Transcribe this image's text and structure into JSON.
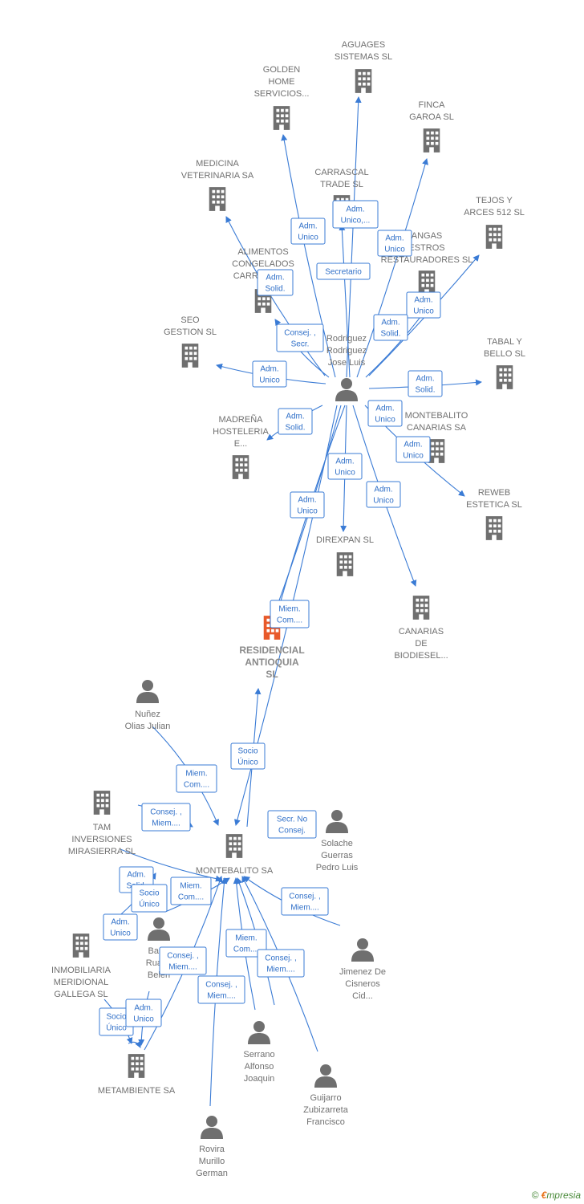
{
  "diagram": {
    "nodes": [
      {
        "id": "aguages",
        "type": "company",
        "label": [
          "AGUAGES",
          "SISTEMAS SL"
        ]
      },
      {
        "id": "golden",
        "type": "company",
        "label": [
          "GOLDEN",
          "HOME",
          "SERVICIOS..."
        ]
      },
      {
        "id": "finca",
        "type": "company",
        "label": [
          "FINCA",
          "GAROA SL"
        ]
      },
      {
        "id": "medicina",
        "type": "company",
        "label": [
          "MEDICINA",
          "VETERINARIA SA"
        ]
      },
      {
        "id": "carrascal",
        "type": "company",
        "label": [
          "CARRASCAL",
          "TRADE SL"
        ]
      },
      {
        "id": "tejos",
        "type": "company",
        "label": [
          "TEJOS Y",
          "ARCES 512 SL"
        ]
      },
      {
        "id": "alimentos",
        "type": "company",
        "label": [
          "ALIMENTOS",
          "CONGELADOS",
          "CARRASCALA"
        ]
      },
      {
        "id": "angas",
        "type": "company",
        "label": [
          "ANGAS",
          "ESTROS",
          "RESTAURADORES SL"
        ]
      },
      {
        "id": "seo",
        "type": "company",
        "label": [
          "SEO",
          "GESTION SL"
        ]
      },
      {
        "id": "tabal",
        "type": "company",
        "label": [
          "TABAL Y",
          "BELLO  SL"
        ]
      },
      {
        "id": "madrena",
        "type": "company",
        "label": [
          "MADREÑA",
          "HOSTELERIA",
          "E..."
        ]
      },
      {
        "id": "montebalito_canarias",
        "type": "company",
        "label": [
          "MONTEBALITO",
          "CANARIAS SA"
        ]
      },
      {
        "id": "reweb",
        "type": "company",
        "label": [
          "REWEB",
          "ESTETICA SL"
        ]
      },
      {
        "id": "direxpan",
        "type": "company",
        "label": [
          "DIREXPAN SL"
        ]
      },
      {
        "id": "canarias_biodiesel",
        "type": "company",
        "label": [
          "CANARIAS",
          "DE",
          "BIODIESEL..."
        ]
      },
      {
        "id": "residencial",
        "type": "main",
        "label": [
          "RESIDENCIAL",
          "ANTIOQUIA",
          "SL"
        ]
      },
      {
        "id": "montebalito",
        "type": "company",
        "label": [
          "MONTEBALITO SA"
        ]
      },
      {
        "id": "tam",
        "type": "company",
        "label": [
          "TAM",
          "INVERSIONES",
          "MIRASIERRA SL"
        ]
      },
      {
        "id": "inmobiliaria",
        "type": "company",
        "label": [
          "INMOBILIARIA",
          "MERIDIONAL",
          "GALLEGA SL"
        ]
      },
      {
        "id": "metambiente",
        "type": "company",
        "label": [
          "METAMBIENTE SA"
        ]
      },
      {
        "id": "rodriguez",
        "type": "person",
        "label": [
          "Rodriguez",
          "Rodriguez",
          "Jose Luis"
        ]
      },
      {
        "id": "nunez",
        "type": "person",
        "label": [
          "Nuñez",
          "Olias Julian"
        ]
      },
      {
        "id": "solache",
        "type": "person",
        "label": [
          "Solache",
          "Guerras",
          "Pedro Luis"
        ]
      },
      {
        "id": "barrena",
        "type": "person",
        "label": [
          "Barre",
          "Ruand",
          "Belen"
        ]
      },
      {
        "id": "jimenez",
        "type": "person",
        "label": [
          "Jimenez De",
          "Cisneros",
          "Cid..."
        ]
      },
      {
        "id": "serrano",
        "type": "person",
        "label": [
          "Serrano",
          "Alfonso",
          "Joaquin"
        ]
      },
      {
        "id": "guijarro",
        "type": "person",
        "label": [
          "Guijarro",
          "Zubizarreta",
          "Francisco"
        ]
      },
      {
        "id": "rovira",
        "type": "person",
        "label": [
          "Rovira",
          "Murillo",
          "German"
        ]
      }
    ],
    "roles": [
      [
        "Adm.",
        "Unico"
      ],
      [
        "Adm.",
        "Unico,..."
      ],
      [
        "Adm.",
        "Unico"
      ],
      [
        "Secretario"
      ],
      [
        "Adm.",
        "Solid."
      ],
      [
        "Adm.",
        "Unico"
      ],
      [
        "Consej. ,",
        "Secr."
      ],
      [
        "Adm.",
        "Solid."
      ],
      [
        "Adm.",
        "Unico"
      ],
      [
        "Adm.",
        "Solid."
      ],
      [
        "Adm.",
        "Solid."
      ],
      [
        "Adm.",
        "Unico"
      ],
      [
        "Adm.",
        "Unico"
      ],
      [
        "Adm.",
        "Unico"
      ],
      [
        "Adm.",
        "Unico"
      ],
      [
        "Adm.",
        "Unico"
      ],
      [
        "Miem.",
        "Com...."
      ],
      [
        "Socio",
        "Único"
      ],
      [
        "Miem.",
        "Com...."
      ],
      [
        "Consej. ,",
        "Miem...."
      ],
      [
        "Secr.  No",
        "Consej."
      ],
      [
        "Adm.",
        "Solid."
      ],
      [
        "Socio",
        "Único"
      ],
      [
        "Miem.",
        "Com...."
      ],
      [
        "Adm.",
        "Unico"
      ],
      [
        "Consej. ,",
        "Miem...."
      ],
      [
        "Consej. ,",
        "Miem...."
      ],
      [
        "Miem.",
        "Com...."
      ],
      [
        "Consej. ,",
        "Miem...."
      ],
      [
        "Consej. ,",
        "Miem...."
      ],
      [
        "Socio",
        "Único"
      ],
      [
        "Adm.",
        "Unico"
      ]
    ]
  },
  "footer": {
    "copyright": "©",
    "brand_first": "€",
    "brand_rest": "mpresia"
  },
  "colors": {
    "edge": "#3a7bd5",
    "company_icon": "#6f6f6f",
    "main_icon": "#e8592a",
    "person_icon": "#6f6f6f"
  }
}
